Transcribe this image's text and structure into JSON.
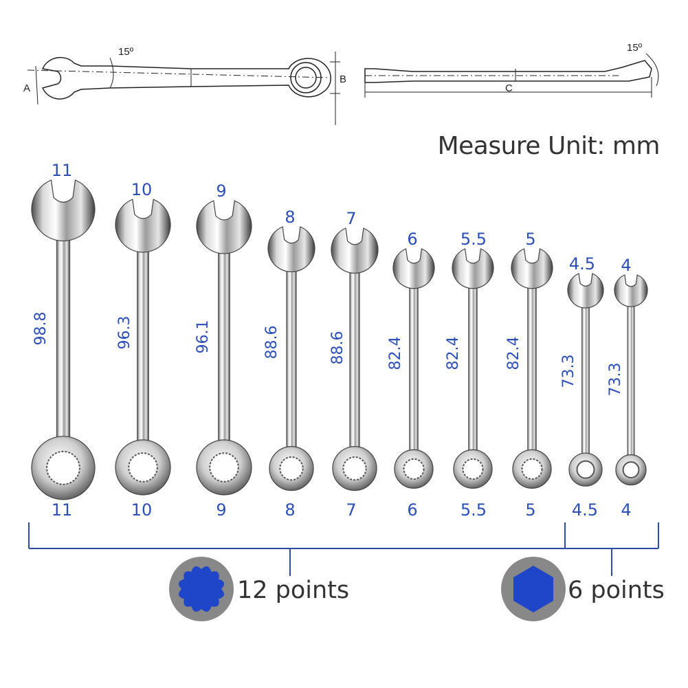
{
  "diagram": {
    "angle_left": "15º",
    "angle_right": "15º",
    "dim_a": "A",
    "dim_b": "B",
    "dim_c": "C"
  },
  "measure_unit": "Measure Unit: mm",
  "wrenches": [
    {
      "size": "11",
      "length": "98.8",
      "bottom": "11"
    },
    {
      "size": "10",
      "length": "96.3",
      "bottom": "10"
    },
    {
      "size": "9",
      "length": "96.1",
      "bottom": "9"
    },
    {
      "size": "8",
      "length": "88.6",
      "bottom": "8"
    },
    {
      "size": "7",
      "length": "88.6",
      "bottom": "7"
    },
    {
      "size": "6",
      "length": "82.4",
      "bottom": "6"
    },
    {
      "size": "5.5",
      "length": "82.4",
      "bottom": "5.5"
    },
    {
      "size": "5",
      "length": "82.4",
      "bottom": "5"
    },
    {
      "size": "4.5",
      "length": "73.3",
      "bottom": "4.5"
    },
    {
      "size": "4",
      "length": "73.3",
      "bottom": "4"
    }
  ],
  "legend": {
    "twelve": "12 points",
    "six": "6 points"
  },
  "colors": {
    "accent": "#2d4fb8",
    "bracket": "#2c4aa8",
    "icon_bg": "#888888",
    "icon_fill": "#1f45c8"
  }
}
